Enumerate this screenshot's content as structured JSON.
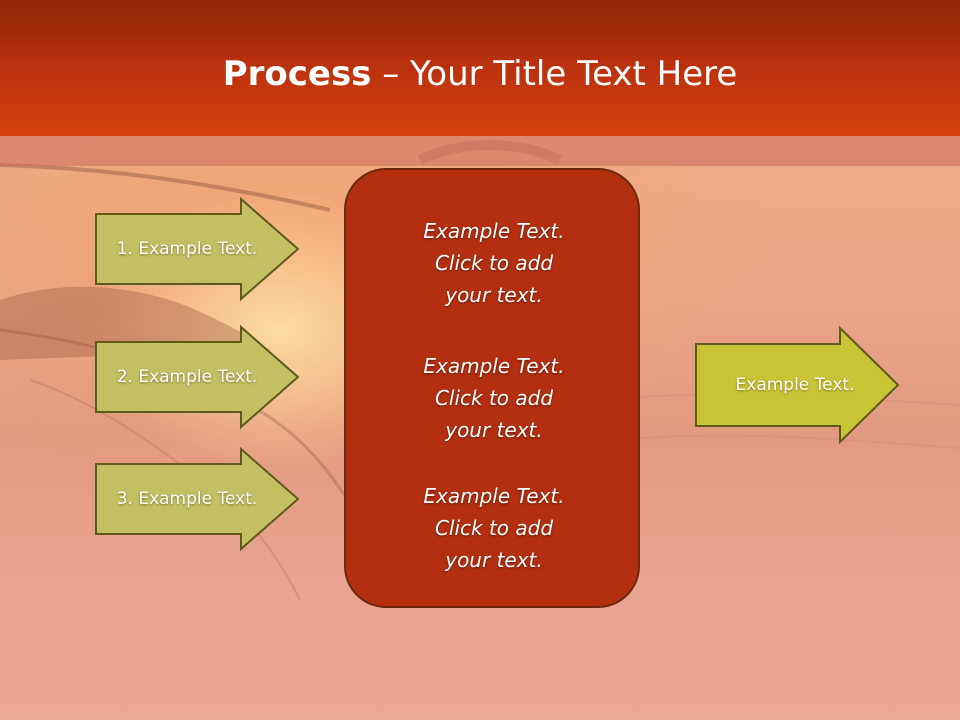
{
  "slide": {
    "title_bold": "Process",
    "title_rest": " – Your Title Text Here"
  },
  "left_arrows": [
    {
      "label": "1. Example Text."
    },
    {
      "label": "2. Example Text."
    },
    {
      "label": "3. Example Text."
    }
  ],
  "center_box": {
    "blocks": [
      {
        "lines": [
          "Example Text.",
          "Click  to add",
          "your text."
        ]
      },
      {
        "lines": [
          "Example Text.",
          "Click  to add",
          "your text."
        ]
      },
      {
        "lines": [
          "Example Text.",
          "Click  to add",
          "your text."
        ]
      }
    ]
  },
  "right_arrow": {
    "label": "Example Text."
  },
  "colors": {
    "header": "#b8300d",
    "left_arrow_fill": "#c2c063",
    "right_arrow_fill": "#c9c436",
    "arrow_stroke": "#5d5a1c",
    "center_box_fill": "#b32f10"
  }
}
